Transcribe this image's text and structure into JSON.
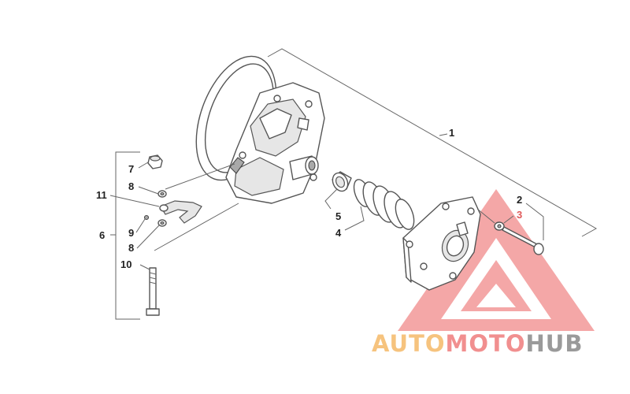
{
  "callouts": {
    "n1": "1",
    "n2": "2",
    "n3": "3",
    "n4": "4",
    "n5": "5",
    "n6": "6",
    "n7": "7",
    "n8a": "8",
    "n8b": "8",
    "n9": "9",
    "n10": "10",
    "n11": "11"
  },
  "callout_colors": {
    "default": "#222222",
    "highlight": "#e05a5a"
  },
  "watermark": {
    "part1": "AUTO",
    "part2": "MOTO",
    "part3": "HUB",
    "colors": {
      "auto": "#f6c37e",
      "moto": "#f18f8f",
      "hub": "#9a9a9a",
      "logo": "#f4a7a7"
    }
  }
}
